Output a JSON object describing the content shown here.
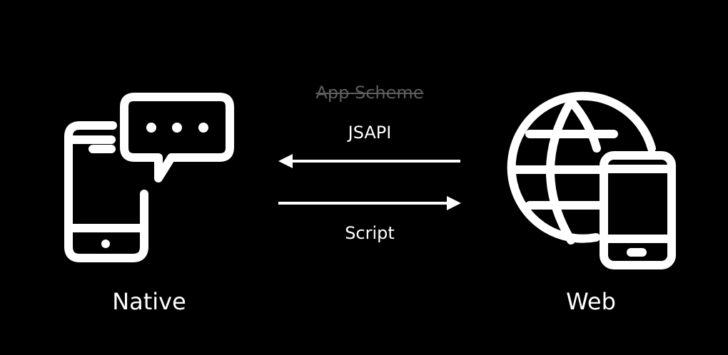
{
  "nodes": {
    "native_label": "Native",
    "web_label": "Web"
  },
  "edges": {
    "deprecated_label": "App Scheme",
    "web_to_native_label": "JSAPI",
    "native_to_web_label": "Script"
  },
  "icons": {
    "native": "phone-chat-icon",
    "web": "globe-phone-icon"
  },
  "colors": {
    "background": "#000000",
    "foreground": "#ffffff",
    "deprecated_text": "#5e5e5e"
  }
}
